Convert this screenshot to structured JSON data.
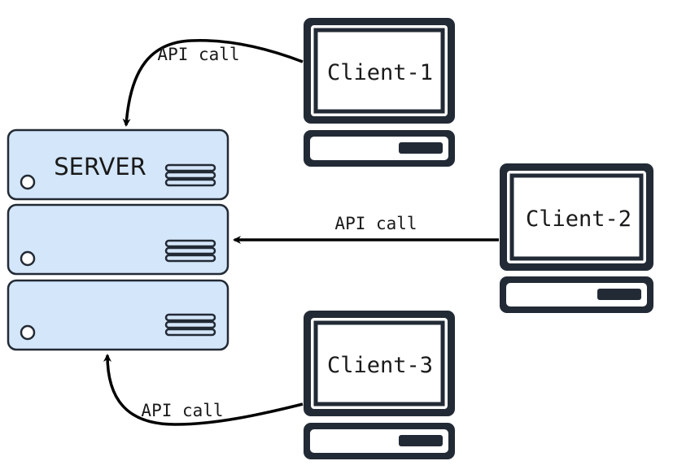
{
  "diagram": {
    "server": {
      "label": "SERVER"
    },
    "clients": [
      {
        "label": "Client-1"
      },
      {
        "label": "Client-2"
      },
      {
        "label": "Client-3"
      }
    ],
    "connections": [
      {
        "from": "Client-1",
        "to": "SERVER",
        "label": "API call"
      },
      {
        "from": "Client-2",
        "to": "SERVER",
        "label": "API call"
      },
      {
        "from": "Client-3",
        "to": "SERVER",
        "label": "API call"
      }
    ]
  },
  "colors": {
    "server_fill": "#d4e6f9",
    "outline": "#222a35",
    "monitor_frame": "#222a35",
    "screen_fill": "#ffffff",
    "arrow": "#000000"
  }
}
